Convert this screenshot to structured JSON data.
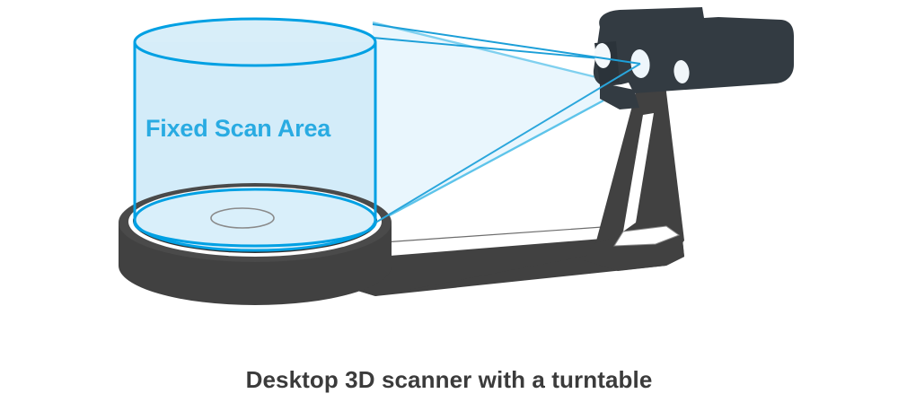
{
  "figure": {
    "title": "Desktop 3D scanner with a turntable",
    "scan_area_label": "Fixed Scan Area",
    "background_color": "#ffffff"
  },
  "colors": {
    "caption_text": "#3b3b3b",
    "scan_label_text": "#29abe2",
    "cylinder_fill": "#cfeaf8",
    "cylinder_stroke": "#00a0e3",
    "platter_fill": "#d9effa",
    "beam_fill": "#e8f6fd",
    "beam_edge": "#6ecbee",
    "body_dark": "#414141",
    "body_darker": "#333b42",
    "body_shadow": "#2f3740",
    "lens_fill": "#f2f7fa",
    "outline_gray": "#555555"
  },
  "parts": [
    {
      "name": "scan-cylinder",
      "label": "Fixed Scan Area",
      "shape": "cylinder",
      "fill": "#cfeaf8",
      "stroke": "#00a0e3"
    },
    {
      "name": "turntable-base",
      "label": "Turntable base",
      "shape": "cylinder",
      "fill": "#414141"
    },
    {
      "name": "turntable-platter",
      "label": "Turntable platter",
      "shape": "ellipse",
      "fill": "#d9effa"
    },
    {
      "name": "scanner-head",
      "label": "Scanner head",
      "shape": "polygon",
      "fill": "#333b42"
    },
    {
      "name": "scanner-lens-1",
      "label": "Lens",
      "shape": "ellipse",
      "fill": "#f2f7fa"
    },
    {
      "name": "scanner-lens-2",
      "label": "Projector",
      "shape": "ellipse",
      "fill": "#f2f7fa"
    },
    {
      "name": "scanner-lens-3",
      "label": "Camera",
      "shape": "ellipse",
      "fill": "#f2f7fa"
    },
    {
      "name": "scanner-stand-column",
      "label": "Stand column",
      "shape": "polygon",
      "fill": "#414141"
    },
    {
      "name": "scanner-base-plate",
      "label": "Base plate",
      "shape": "polygon",
      "fill": "#414141"
    },
    {
      "name": "scan-beam",
      "label": "Projected scan beam",
      "shape": "cone",
      "fill": "#e8f6fd",
      "stroke": "#6ecbee"
    }
  ]
}
